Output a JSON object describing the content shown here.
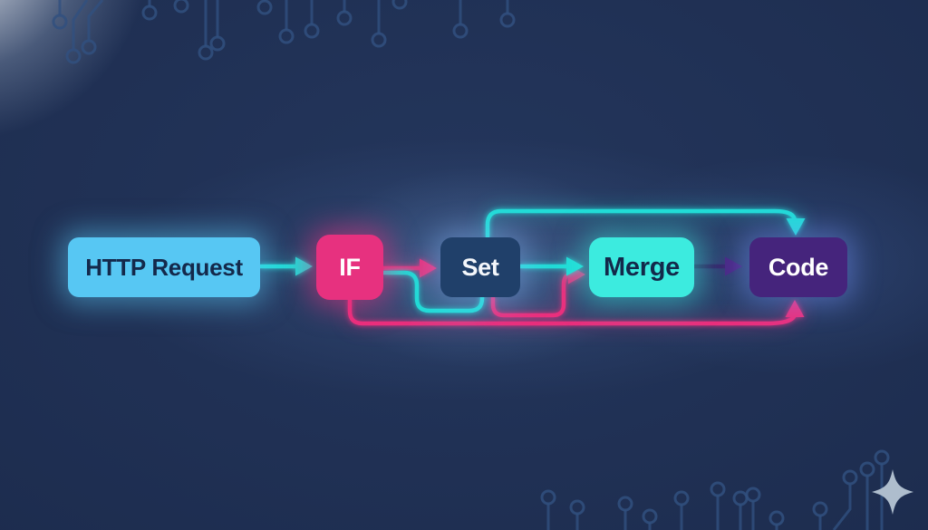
{
  "diagram": {
    "title": "workflow-flowchart",
    "nodes": [
      {
        "id": "http-request",
        "label": "HTTP Request",
        "fill": "#57c7f3",
        "text_color": "#14294b",
        "glow": "rgba(87,199,243,0.50)"
      },
      {
        "id": "if",
        "label": "IF",
        "fill": "#e7317f",
        "text_color": "#ffffff",
        "glow": "rgba(231,49,127,0.55)"
      },
      {
        "id": "set",
        "label": "Set",
        "fill": "#20406a",
        "text_color": "#f4f7fb",
        "glow": "rgba(140,190,255,0.38)"
      },
      {
        "id": "merge",
        "label": "Merge",
        "fill": "#3cebdf",
        "text_color": "#13294a",
        "glow": "rgba(60,235,223,0.50)"
      },
      {
        "id": "code",
        "label": "Code",
        "fill": "#45247c",
        "text_color": "#ffffff",
        "glow": "rgba(120,150,255,0.42)"
      }
    ],
    "edges": [
      {
        "id": "http-to-if",
        "from": "http-request",
        "to": "if",
        "color": "cyan"
      },
      {
        "id": "if-to-set",
        "from": "if",
        "to": "set",
        "color": "pink"
      },
      {
        "id": "if-to-set-bottom",
        "from": "if",
        "to": "set",
        "color": "cyan"
      },
      {
        "id": "set-to-merge",
        "from": "set",
        "to": "merge",
        "color": "cyan"
      },
      {
        "id": "set-to-merge-low",
        "from": "set",
        "to": "merge",
        "color": "pink"
      },
      {
        "id": "merge-to-code",
        "from": "merge",
        "to": "code",
        "color": "purple"
      },
      {
        "id": "set-to-code-top",
        "from": "set",
        "to": "code",
        "color": "cyan"
      },
      {
        "id": "if-to-code-bottom",
        "from": "if",
        "to": "code",
        "color": "pink"
      }
    ],
    "colors": {
      "cyan": "#21dcd7",
      "pink": "#ea2f7d",
      "purple": "#4a2583",
      "purple_dark": "#262052",
      "background": "#1b2a4a",
      "circuit": "#31507f",
      "sparkle": "#aebdcd"
    }
  }
}
